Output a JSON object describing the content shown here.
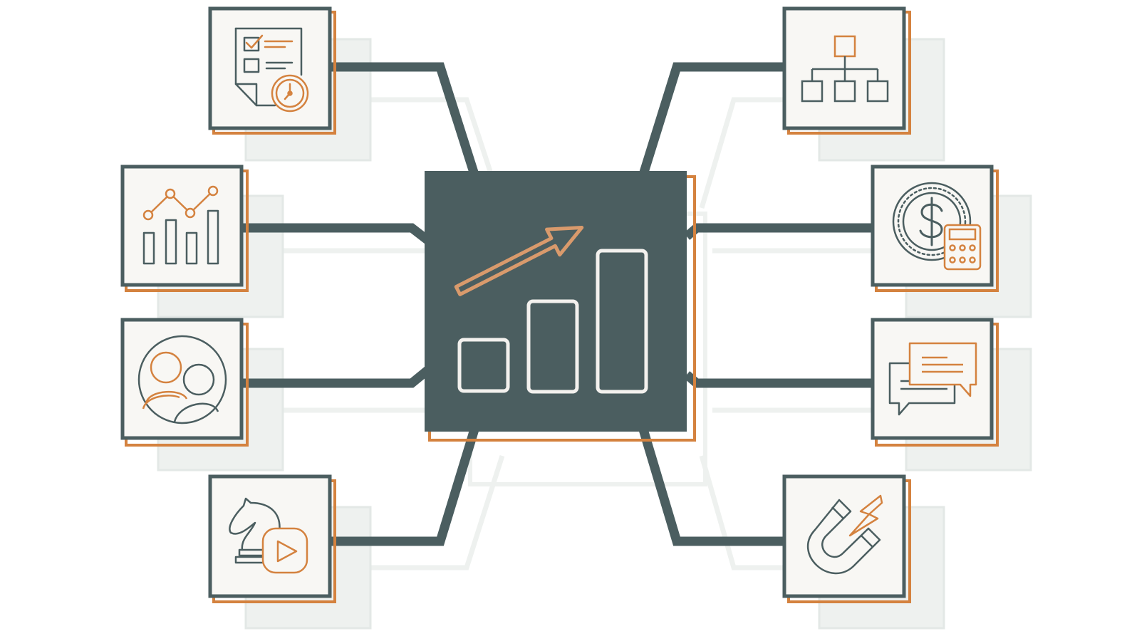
{
  "diagram": {
    "colors": {
      "primary": "#4b5e60",
      "accent": "#d4823f",
      "tile_fill": "#f8f7f4",
      "shadow": "#e9edeb",
      "hub_icon": "#f3f1ee",
      "hub_arrow": "#d99a6c"
    },
    "hub": {
      "icon": "growth-bar-chart-with-arrow-icon"
    },
    "nodes": [
      {
        "id": "checklist-clock",
        "icon": "checklist-clock-icon"
      },
      {
        "id": "line-bar-chart",
        "icon": "line-bar-chart-icon"
      },
      {
        "id": "audience",
        "icon": "users-circle-icon"
      },
      {
        "id": "video-strategy",
        "icon": "chess-knight-video-icon"
      },
      {
        "id": "org-chart",
        "icon": "org-chart-icon"
      },
      {
        "id": "budget",
        "icon": "coin-calculator-icon"
      },
      {
        "id": "messaging",
        "icon": "chat-bubbles-icon"
      },
      {
        "id": "lead-magnet",
        "icon": "magnet-icon"
      }
    ]
  }
}
